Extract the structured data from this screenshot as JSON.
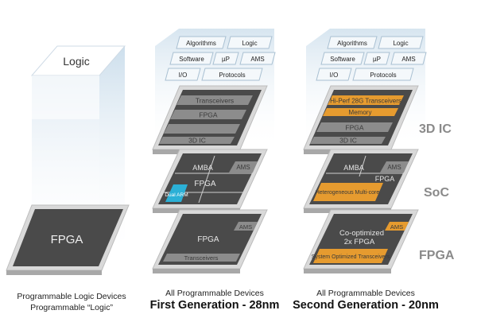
{
  "columns": [
    {
      "logic_cube_label": "Logic",
      "fpga_label": "FPGA",
      "caption_line1": "Programmable Logic Devices",
      "caption_line2": "Programmable “Logic”"
    },
    {
      "blocks": [
        "Algorithms",
        "Logic",
        "Software",
        "µP",
        "AMS",
        "I/O",
        "Protocols"
      ],
      "ic3d": {
        "bars": [
          "Transceivers",
          "FPGA",
          "",
          "3D IC"
        ]
      },
      "soc": {
        "ams": "AMS",
        "amba": "AMBA",
        "fpga": "FPGA",
        "arm": "Dual ARM"
      },
      "fpga": {
        "ams": "AMS",
        "fpga": "FPGA",
        "bar": "Transceivers"
      },
      "caption_line1": "All Programmable Devices",
      "caption_line2": "First Generation - 28nm"
    },
    {
      "blocks": [
        "Algorithms",
        "Logic",
        "Software",
        "µP",
        "AMS",
        "I/O",
        "Protocols"
      ],
      "ic3d": {
        "bars": [
          "Hi-Perf 28G Transceivers",
          "Memory",
          "FPGA",
          "3D IC"
        ]
      },
      "soc": {
        "ams": "AMS",
        "amba": "AMBA",
        "fpga": "FPGA",
        "hetero": "Heterogeneous Multi-core"
      },
      "fpga": {
        "ams": "AMS",
        "title1": "Co-optimized",
        "title2": "2x FPGA",
        "bar": "System Optimized Transceivers"
      },
      "caption_line1": "All Programmable Devices",
      "caption_line2": "Second Generation - 20nm"
    }
  ],
  "layer_labels": [
    "3D IC",
    "SoC",
    "FPGA"
  ],
  "colors": {
    "chip_dark": "#4a4a4a",
    "chip_frame": "#d9d9d9",
    "bar_gray": "#8c8c8c",
    "orange": "#e69b2f",
    "cyan": "#2bb0d6",
    "block_fill": "#f4f8fb",
    "block_stroke": "#a9c0d2",
    "glass": "#d9e8f3",
    "label_gray": "#8a8a8a"
  }
}
